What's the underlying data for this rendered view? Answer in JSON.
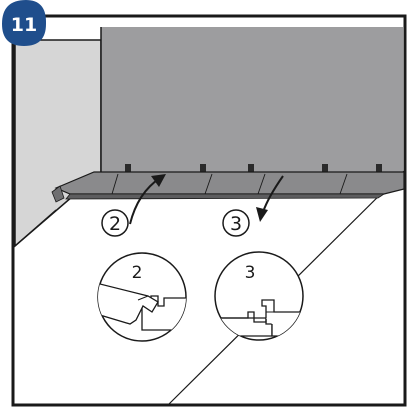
{
  "step": {
    "number": "11"
  },
  "callouts": [
    {
      "label": "2"
    },
    {
      "label": "3"
    }
  ],
  "details": [
    {
      "label": "2"
    },
    {
      "label": "3"
    }
  ],
  "colors": {
    "badge": "#1f4e8c",
    "back_wall": "#9d9d9f",
    "side_wall": "#d6d6d6",
    "floor": "#ffffff",
    "planks": "#8a8a8c",
    "line": "#1a1a1a"
  }
}
